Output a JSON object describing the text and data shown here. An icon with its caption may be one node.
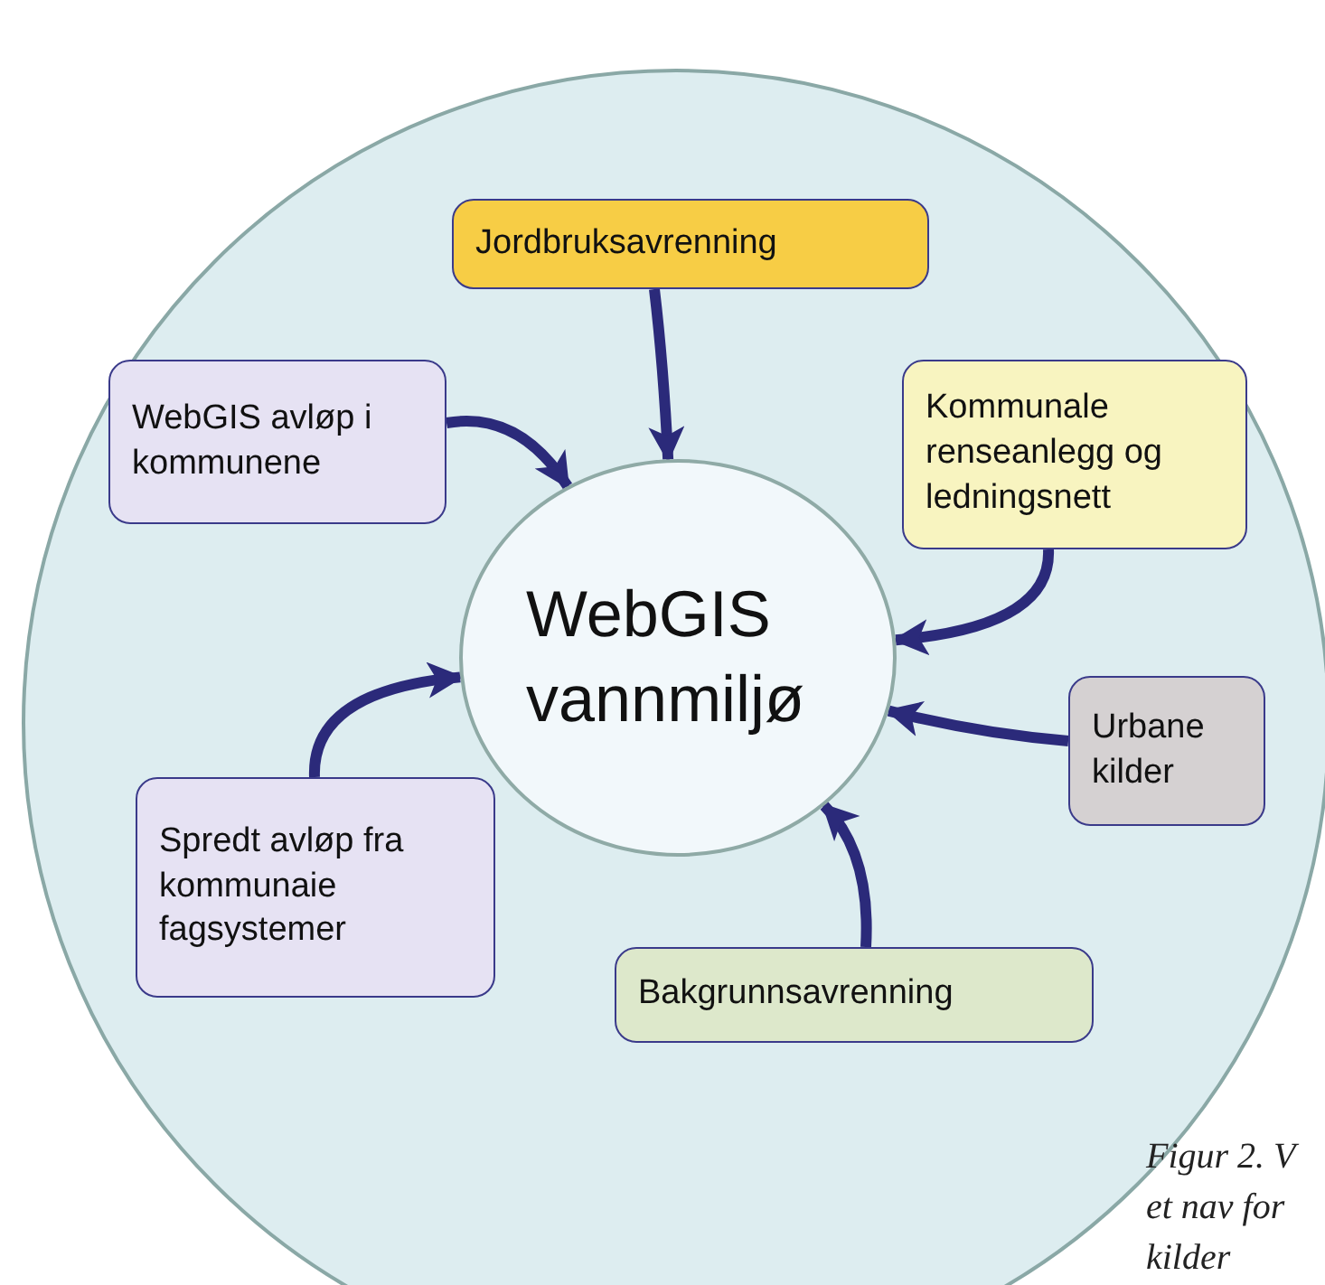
{
  "diagram": {
    "caption": "Figur 2. V et nav for kilder",
    "nodes": [
      {
        "text": [],
        "shape": "circle"
      },
      {
        "text": [
          "Jordbruksavrenning"
        ],
        "in": 0
      },
      {
        "text": [
          "WebGIS avløp i kommunene"
        ],
        "in": 0
      },
      {
        "text": [
          "Kommunale renseanlegg og ledningsnett"
        ],
        "in": 0
      },
      {
        "text": [
          "WebGIS vannmiljø"
        ],
        "in": 0
      },
      {
        "text": [
          "Urbane kilder"
        ],
        "in": 0
      },
      {
        "text": [
          "Spredt avløp fra kommunaie fagsystemer"
        ],
        "in": 0
      },
      {
        "text": [
          "Bakgrunnsavrenning"
        ],
        "in": 0
      }
    ],
    "edges": [
      {
        "from": 1,
        "to": 4,
        "arrow": "to"
      },
      {
        "from": 2,
        "to": 4,
        "arrow": "to"
      },
      {
        "from": 3,
        "to": 4,
        "arrow": "to"
      },
      {
        "from": 5,
        "to": 4,
        "arrow": "to"
      },
      {
        "from": 6,
        "to": 4,
        "arrow": "to"
      },
      {
        "from": 7,
        "to": 4,
        "arrow": "to"
      }
    ]
  }
}
